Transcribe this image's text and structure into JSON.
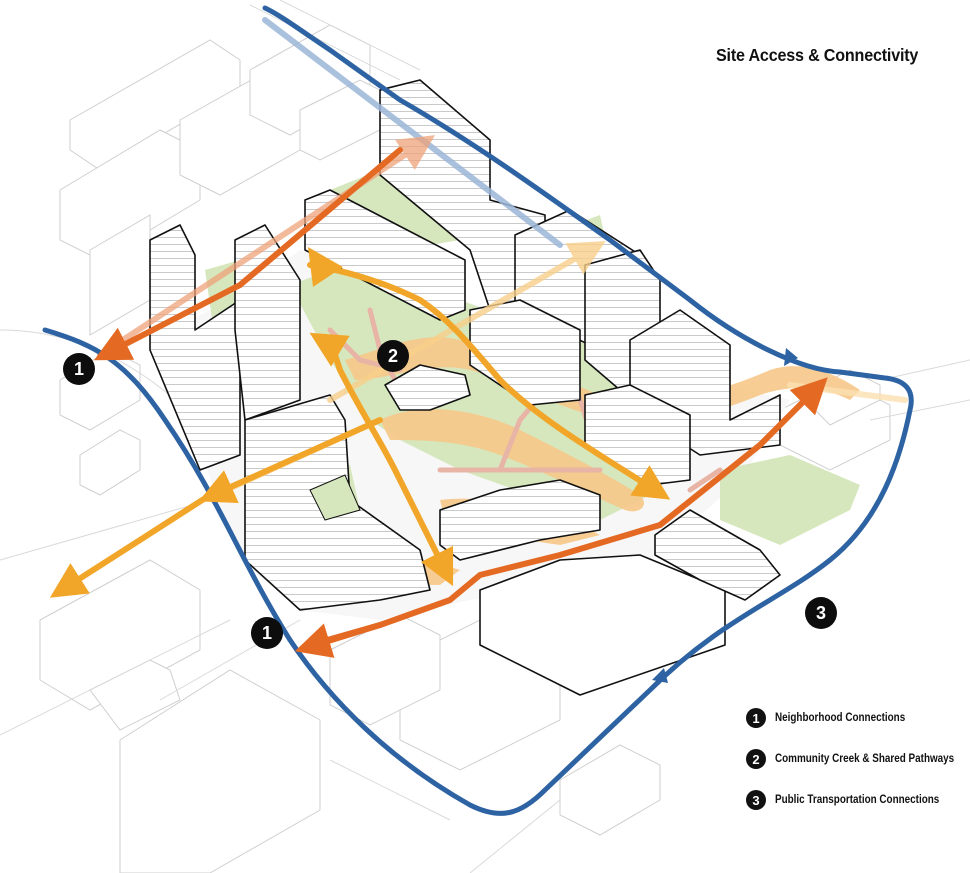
{
  "title": "Site Access & Connectivity",
  "markers": [
    {
      "number": "1"
    },
    {
      "number": "1"
    },
    {
      "number": "2"
    },
    {
      "number": "3"
    }
  ],
  "legend": [
    {
      "number": "1",
      "label": "Neighborhood Connections"
    },
    {
      "number": "2",
      "label": "Community Creek & Shared Pathways"
    },
    {
      "number": "3",
      "label": "Public Transportation Connections"
    }
  ],
  "colors": {
    "transit_route": "#2e63a3",
    "transit_route_light": "#9bb6d8",
    "neighborhood_connection": "#e46a24",
    "creek_pathway": "#f1a629",
    "creek_fill": "#f7c889",
    "green_space": "#d6e7bd",
    "building_outline": "#111111",
    "context_outline": "#c8c8c8"
  },
  "icons": [
    "arrow-icon"
  ]
}
